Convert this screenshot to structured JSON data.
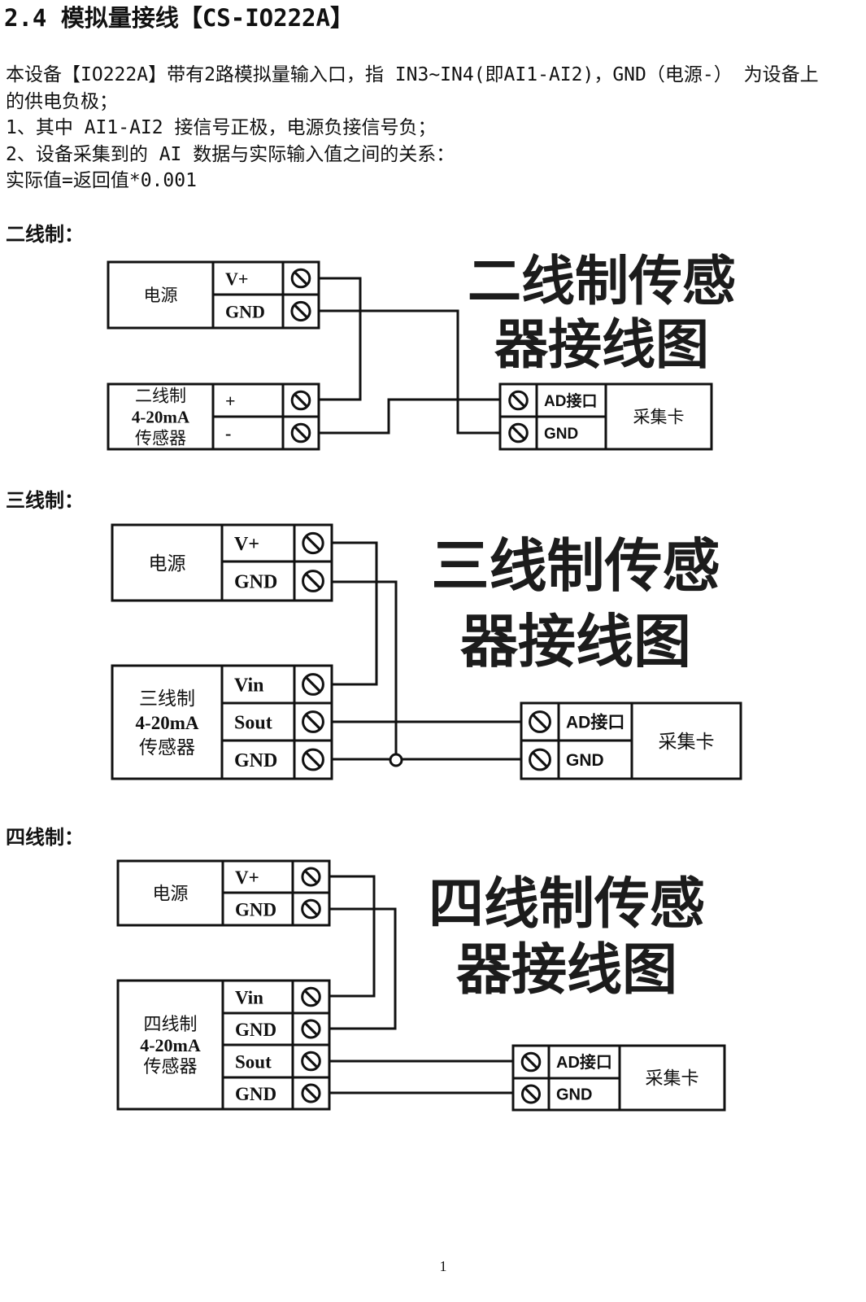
{
  "heading": "2.4 模拟量接线【CS-IO222A】",
  "intro_lines": [
    "本设备【IO222A】带有2路模拟量输入口，指 IN3~IN4(即AI1-AI2)，GND（电源-） 为设备上",
    "的供电负极；",
    "1、其中 AI1-AI2 接信号正极，电源负接信号负；",
    "2、设备采集到的 AI 数据与实际输入值之间的关系：",
    "实际值=返回值*0.001"
  ],
  "sections": [
    {
      "label": "二线制：",
      "diagram": {
        "title_lines": [
          "二线制传感",
          "器接线图"
        ],
        "power": {
          "label": "电源",
          "terminals": [
            "V+",
            "GND"
          ]
        },
        "sensor": {
          "label_lines": [
            "二线制",
            "4-20mA",
            "传感器"
          ],
          "terminals": [
            "+",
            "-"
          ]
        },
        "card": {
          "label": "采集卡",
          "terminals": [
            "AD接口",
            "GND"
          ]
        }
      }
    },
    {
      "label": "三线制：",
      "diagram": {
        "title_lines": [
          "三线制传感",
          "器接线图"
        ],
        "power": {
          "label": "电源",
          "terminals": [
            "V+",
            "GND"
          ]
        },
        "sensor": {
          "label_lines": [
            "三线制",
            "4-20mA",
            "传感器"
          ],
          "terminals": [
            "Vin",
            "Sout",
            "GND"
          ]
        },
        "card": {
          "label": "采集卡",
          "terminals": [
            "AD接口",
            "GND"
          ]
        }
      }
    },
    {
      "label": "四线制：",
      "diagram": {
        "title_lines": [
          "四线制传感",
          "器接线图"
        ],
        "power": {
          "label": "电源",
          "terminals": [
            "V+",
            "GND"
          ]
        },
        "sensor": {
          "label_lines": [
            "四线制",
            "4-20mA",
            "传感器"
          ],
          "terminals": [
            "Vin",
            "GND",
            "Sout",
            "GND"
          ]
        },
        "card": {
          "label": "采集卡",
          "terminals": [
            "AD接口",
            "GND"
          ]
        }
      }
    }
  ],
  "page_number": "1",
  "colors": {
    "ink": "#111111",
    "paper": "#ffffff"
  },
  "icons": {
    "terminal": "terminal-screw-icon",
    "junction": "junction-dot-icon"
  }
}
